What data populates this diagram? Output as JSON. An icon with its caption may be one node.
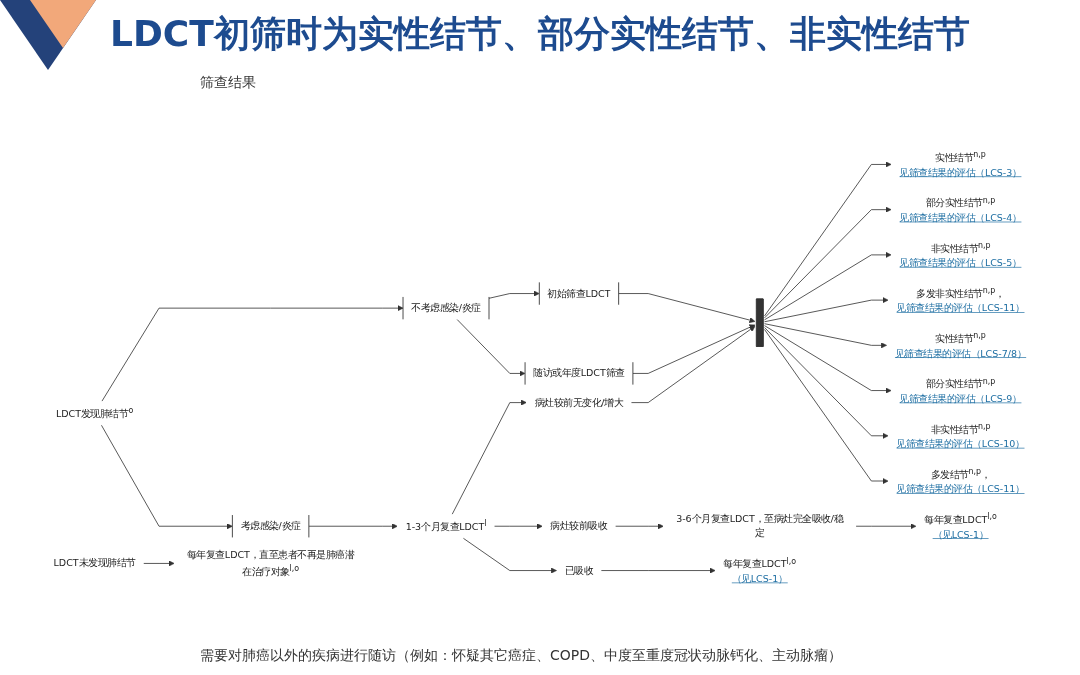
{
  "diagram": {
    "title": "LDCT初筛时为实性结节、部分实性结节、非实性结节",
    "nodes": [
      {
        "text": [
          "LDCT发现肺结节$^{o}$"
        ]
      },
      {
        "text": [
          "不考虑感染/炎症"
        ]
      },
      {
        "text": [
          "初始筛查LDCT"
        ]
      },
      {
        "text": [
          "随访或年度LDCT筛查"
        ]
      },
      {
        "text": [],
        "shape": "bar"
      },
      {
        "text": [
          "实性结节$^{n,p}$",
          "见筛查结果的评估（LCS-3）"
        ]
      },
      {
        "text": [
          "部分实性结节$^{n,p}$",
          "见筛查结果的评估（LCS-4）"
        ]
      },
      {
        "text": [
          "非实性结节$^{n,p}$",
          "见筛查结果的评估（LCS-5）"
        ]
      },
      {
        "text": [
          "多发非实性结节$^{n,p}$，",
          "见筛查结果的评估（LCS-11）"
        ]
      },
      {
        "text": [
          "实性结节$^{n,p}$",
          "见筛查结果的评估（LCS-7/8）"
        ]
      },
      {
        "text": [
          "部分实性结节$^{n,p}$",
          "见筛查结果的评估（LCS-9）"
        ]
      },
      {
        "text": [
          "非实性结节$^{n,p}$",
          "见筛查结果的评估（LCS-10）"
        ]
      },
      {
        "text": [
          "多发结节$^{n,p}$，",
          "见筛查结果的评估（LCS-11）"
        ]
      },
      {
        "text": [
          "考虑感染/炎症"
        ]
      },
      {
        "text": [
          "1-3个月复查LDCT$^{l}$"
        ]
      },
      {
        "text": [
          "病灶较前无变化/增大"
        ]
      },
      {
        "text": [
          "病灶较前吸收"
        ]
      },
      {
        "text": [
          "已吸收"
        ]
      },
      {
        "text": [
          "3-6个月复查LDCT，至病灶完全吸收/稳定"
        ]
      },
      {
        "text": [
          "每年复查LDCT$^{l,o}$",
          "（见LCS-1）"
        ]
      },
      {
        "text": [
          "每年复查LDCT$^{l,o}$",
          "（见LCS-1）"
        ]
      },
      {
        "text": [
          "LDCT未发现肺结节"
        ]
      },
      {
        "text": [
          "每年复查LDCT，直至患者不再是肺癌潜在治疗对象$^{l,o}$"
        ]
      }
    ],
    "edges": [
      {
        "from": 0,
        "to": 1,
        "arrow": "to"
      },
      {
        "from": 0,
        "to": 13,
        "arrow": "to"
      },
      {
        "from": 1,
        "to": 2,
        "arrow": "to"
      },
      {
        "from": 1,
        "to": 3,
        "arrow": "to"
      },
      {
        "from": 2,
        "to": 4,
        "arrow": "to"
      },
      {
        "from": 3,
        "to": 4,
        "arrow": "to"
      },
      {
        "from": 4,
        "to": 5,
        "arrow": "to"
      },
      {
        "from": 4,
        "to": 6,
        "arrow": "to"
      },
      {
        "from": 4,
        "to": 7,
        "arrow": "to"
      },
      {
        "from": 4,
        "to": 8,
        "arrow": "to"
      },
      {
        "from": 4,
        "to": 9,
        "arrow": "to"
      },
      {
        "from": 4,
        "to": 10,
        "arrow": "to"
      },
      {
        "from": 4,
        "to": 11,
        "arrow": "to"
      },
      {
        "from": 4,
        "to": 12,
        "arrow": "to"
      },
      {
        "from": 13,
        "to": 14,
        "arrow": "to"
      },
      {
        "from": 14,
        "to": 15,
        "arrow": "to"
      },
      {
        "from": 14,
        "to": 16,
        "arrow": "to"
      },
      {
        "from": 14,
        "to": 17,
        "arrow": "to"
      },
      {
        "from": 15,
        "to": 4,
        "arrow": "to"
      },
      {
        "from": 16,
        "to": 18,
        "arrow": "to"
      },
      {
        "from": 18,
        "to": 19,
        "arrow": "to"
      },
      {
        "from": 17,
        "to": 20,
        "arrow": "to"
      },
      {
        "from": 21,
        "to": 22,
        "arrow": "to"
      }
    ],
    "labels": [
      "筛查结果",
      "需要对肺癌以外的疾病进行随访（例如：怀疑其它癌症、COPD、中度至重度冠状动脉钙化、主动脉瘤）"
    ]
  }
}
